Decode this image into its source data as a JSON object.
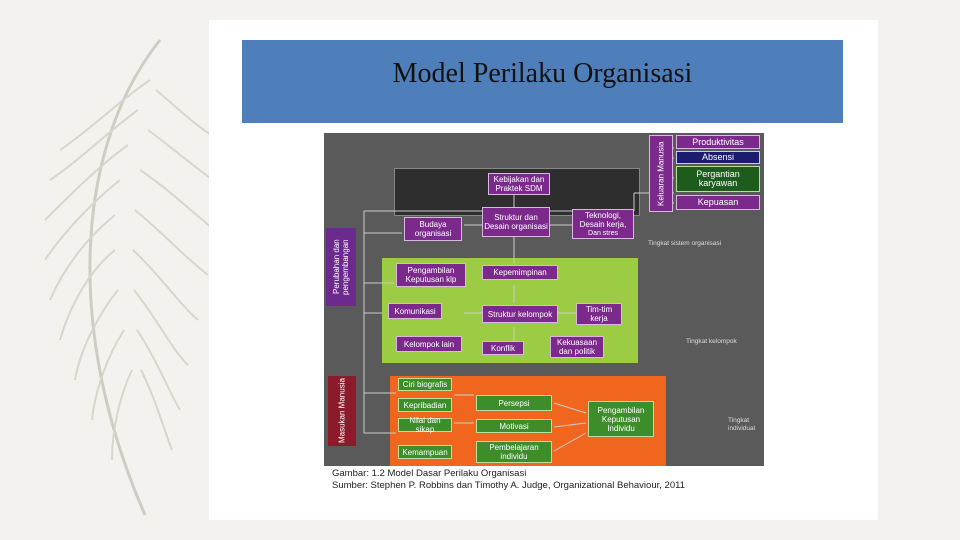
{
  "slide": {
    "title": "Model Perilaku Organisasi"
  },
  "diagram": {
    "outputs_label": "Keluaran Manusia",
    "outputs": [
      "Produktivitas",
      "Absensi",
      "Pergantian karyawan",
      "Kepuasan"
    ],
    "system": {
      "policy": "Kebijakan dan Praktek SDM",
      "culture": "Budaya organisasi",
      "structure": "Struktur dan Desain organisasi",
      "tech": "Teknologi, Desain kerja,",
      "stress": "Dan stres",
      "level": "Tingkat sistem organisasi"
    },
    "change_label": "Perubahan dan pengembangan",
    "group": {
      "decision": "Pengambilan Keputusan klp",
      "leadership": "Kepemimpinan",
      "communication": "Komunikasi",
      "structure": "Struktur kelompok",
      "teams": "Tim-tim kerja",
      "other_groups": "Kelompok lain",
      "conflict": "Konflik",
      "power": "Kekuasaan dan politik",
      "level": "Tingkat kelompok"
    },
    "input_label": "Masukan Manusia",
    "individual": {
      "bio": "Ciri biografis",
      "personality": "Kepribadian",
      "values": "Nilai dan sikap",
      "ability": "Kemampuan",
      "perception": "Persepsi",
      "motivation": "Motivasi",
      "learning": "Pembelajaran individu",
      "decision": "Pengambilan Keputusan Individu",
      "level": "Tingkat individual"
    }
  },
  "caption": {
    "line1": "Gambar: 1.2 Model Dasar Perilaku Organisasi",
    "line2": "Sumber: Stephen P. Robbins dan Timothy A. Judge, Organizational Behaviour, 2011"
  },
  "colors": {
    "title_bar": "#4f7fba",
    "group_panel": "#9ccc44",
    "individual_panel": "#f0661e",
    "output_purple": "#7b2a8c"
  }
}
